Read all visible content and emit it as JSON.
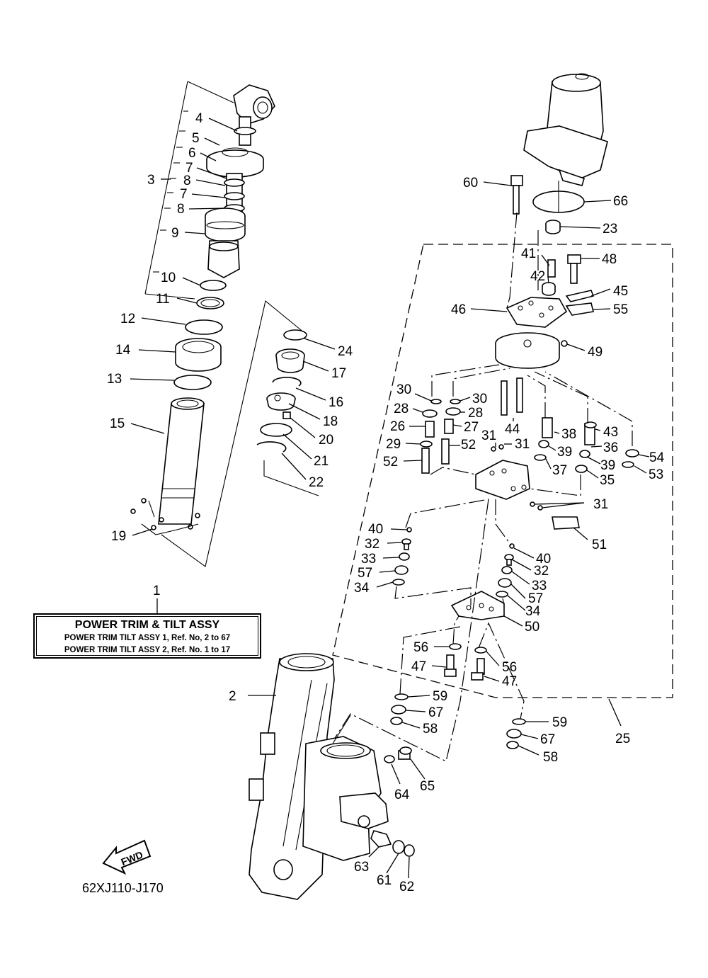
{
  "title_box": {
    "ref": "1",
    "heading": "POWER TRIM & TILT ASSY",
    "line1": "POWER TRIM TILT ASSY 1, Ref. No, 2 to 67",
    "line2": "POWER TRIM TILT ASSY 2, Ref. No. 1 to 17"
  },
  "drawing_code": "62XJ110-J170",
  "fwd_label": "FWD",
  "callouts": [
    {
      "id": "c2",
      "text": "2"
    },
    {
      "id": "c3",
      "text": "3"
    },
    {
      "id": "c4",
      "text": "4"
    },
    {
      "id": "c5",
      "text": "5"
    },
    {
      "id": "c6",
      "text": "6"
    },
    {
      "id": "c7a",
      "text": "7"
    },
    {
      "id": "c8a",
      "text": "8"
    },
    {
      "id": "c7b",
      "text": "7"
    },
    {
      "id": "c8b",
      "text": "8"
    },
    {
      "id": "c9",
      "text": "9"
    },
    {
      "id": "c10",
      "text": "10"
    },
    {
      "id": "c11",
      "text": "11"
    },
    {
      "id": "c12",
      "text": "12"
    },
    {
      "id": "c14",
      "text": "14"
    },
    {
      "id": "c13",
      "text": "13"
    },
    {
      "id": "c15",
      "text": "15"
    },
    {
      "id": "c19",
      "text": "19"
    },
    {
      "id": "c24",
      "text": "24"
    },
    {
      "id": "c17",
      "text": "17"
    },
    {
      "id": "c16",
      "text": "16"
    },
    {
      "id": "c18",
      "text": "18"
    },
    {
      "id": "c20",
      "text": "20"
    },
    {
      "id": "c21",
      "text": "21"
    },
    {
      "id": "c22",
      "text": "22"
    },
    {
      "id": "c60",
      "text": "60"
    },
    {
      "id": "c66",
      "text": "66"
    },
    {
      "id": "c23",
      "text": "23"
    },
    {
      "id": "c41",
      "text": "41"
    },
    {
      "id": "c48",
      "text": "48"
    },
    {
      "id": "c42",
      "text": "42"
    },
    {
      "id": "c45",
      "text": "45"
    },
    {
      "id": "c46",
      "text": "46"
    },
    {
      "id": "c55",
      "text": "55"
    },
    {
      "id": "c49",
      "text": "49"
    },
    {
      "id": "c30a",
      "text": "30"
    },
    {
      "id": "c30b",
      "text": "30"
    },
    {
      "id": "c28a",
      "text": "28"
    },
    {
      "id": "c28b",
      "text": "28"
    },
    {
      "id": "c26",
      "text": "26"
    },
    {
      "id": "c27",
      "text": "27"
    },
    {
      "id": "c44",
      "text": "44"
    },
    {
      "id": "c38",
      "text": "38"
    },
    {
      "id": "c43",
      "text": "43"
    },
    {
      "id": "c29",
      "text": "29"
    },
    {
      "id": "c31a",
      "text": "31"
    },
    {
      "id": "c31b",
      "text": "31"
    },
    {
      "id": "c52a",
      "text": "52"
    },
    {
      "id": "c52b",
      "text": "52"
    },
    {
      "id": "c39a",
      "text": "39"
    },
    {
      "id": "c36",
      "text": "36"
    },
    {
      "id": "c54",
      "text": "54"
    },
    {
      "id": "c39b",
      "text": "39"
    },
    {
      "id": "c53",
      "text": "53"
    },
    {
      "id": "c37",
      "text": "37"
    },
    {
      "id": "c35",
      "text": "35"
    },
    {
      "id": "c31c",
      "text": "31"
    },
    {
      "id": "c40a",
      "text": "40"
    },
    {
      "id": "c51",
      "text": "51"
    },
    {
      "id": "c32a",
      "text": "32"
    },
    {
      "id": "c33a",
      "text": "33"
    },
    {
      "id": "c57a",
      "text": "57"
    },
    {
      "id": "c34a",
      "text": "34"
    },
    {
      "id": "c40b",
      "text": "40"
    },
    {
      "id": "c32b",
      "text": "32"
    },
    {
      "id": "c33b",
      "text": "33"
    },
    {
      "id": "c57b",
      "text": "57"
    },
    {
      "id": "c34b",
      "text": "34"
    },
    {
      "id": "c50",
      "text": "50"
    },
    {
      "id": "c56a",
      "text": "56"
    },
    {
      "id": "c47a",
      "text": "47"
    },
    {
      "id": "c56b",
      "text": "56"
    },
    {
      "id": "c47b",
      "text": "47"
    },
    {
      "id": "c59a",
      "text": "59"
    },
    {
      "id": "c67a",
      "text": "67"
    },
    {
      "id": "c58a",
      "text": "58"
    },
    {
      "id": "c25",
      "text": "25"
    },
    {
      "id": "c59b",
      "text": "59"
    },
    {
      "id": "c67b",
      "text": "67"
    },
    {
      "id": "c58b",
      "text": "58"
    },
    {
      "id": "c64",
      "text": "64"
    },
    {
      "id": "c65",
      "text": "65"
    },
    {
      "id": "c63",
      "text": "63"
    },
    {
      "id": "c61",
      "text": "61"
    },
    {
      "id": "c62",
      "text": "62"
    }
  ]
}
